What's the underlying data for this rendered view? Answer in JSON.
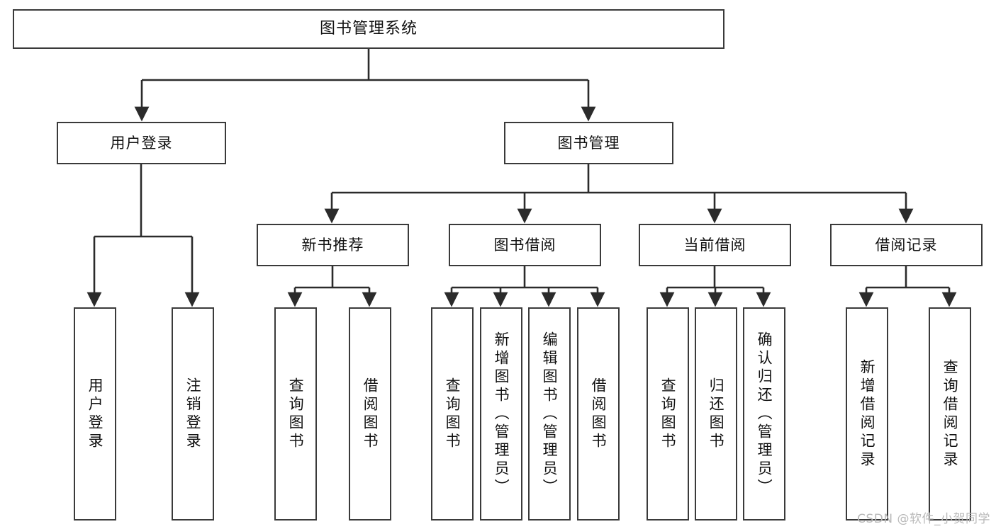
{
  "diagram": {
    "type": "tree-hierarchy-flowchart",
    "title": "图书管理系统",
    "orientation": "top-down",
    "edge_style": "orthogonal-elbow-with-arrowheads",
    "colors": {
      "background": "#ffffff",
      "box_border": "#3a3a3a",
      "box_fill": "#ffffff",
      "text": "#111111",
      "edge": "#2b2b2b",
      "watermark": "#b9b9b9"
    }
  },
  "root": {
    "label": "图书管理系统"
  },
  "level1": [
    {
      "label": "用户登录"
    },
    {
      "label": "图书管理"
    }
  ],
  "level2": [
    {
      "label": "新书推荐"
    },
    {
      "label": "图书借阅"
    },
    {
      "label": "当前借阅"
    },
    {
      "label": "借阅记录"
    }
  ],
  "leaves": {
    "user_login": [
      {
        "label": "用户登录"
      },
      {
        "label": "注销登录"
      }
    ],
    "new_book_recommend": [
      {
        "label": "查询图书"
      },
      {
        "label": "借阅图书"
      }
    ],
    "book_borrow": [
      {
        "label": "查询图书"
      },
      {
        "label": "新增图书（管理员）"
      },
      {
        "label": "编辑图书（管理员）"
      },
      {
        "label": "借阅图书"
      }
    ],
    "current_borrow": [
      {
        "label": "查询图书"
      },
      {
        "label": "归还图书"
      },
      {
        "label": "确认归还（管理员）"
      }
    ],
    "borrow_record": [
      {
        "label": "新增借阅记录"
      },
      {
        "label": "查询借阅记录"
      }
    ]
  },
  "watermark": {
    "text": "CSDN @软件_小贺同学"
  }
}
